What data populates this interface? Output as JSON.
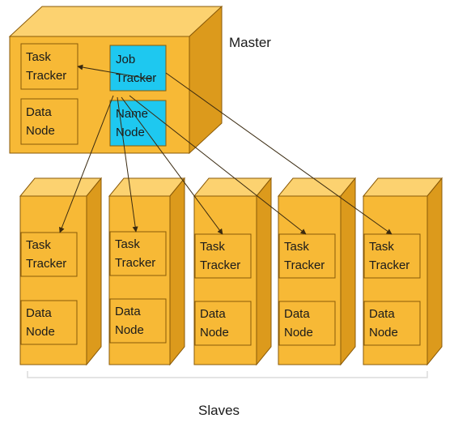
{
  "master": {
    "caption": "Master",
    "task_tracker": [
      "Task",
      "Tracker"
    ],
    "data_node": [
      "Data",
      "Node"
    ],
    "job_tracker": [
      "Job",
      "Tracker"
    ],
    "name_node": [
      "Name",
      "Node"
    ]
  },
  "slaves": {
    "caption": "Slaves",
    "nodes": [
      {
        "task_tracker": [
          "Task",
          "Tracker"
        ],
        "data_node": [
          "Data",
          "Node"
        ]
      },
      {
        "task_tracker": [
          "Task",
          "Tracker"
        ],
        "data_node": [
          "Data",
          "Node"
        ]
      },
      {
        "task_tracker": [
          "Task",
          "Tracker"
        ],
        "data_node": [
          "Data",
          "Node"
        ]
      },
      {
        "task_tracker": [
          "Task",
          "Tracker"
        ],
        "data_node": [
          "Data",
          "Node"
        ]
      },
      {
        "task_tracker": [
          "Task",
          "Tracker"
        ],
        "data_node": [
          "Data",
          "Node"
        ]
      }
    ]
  },
  "colors": {
    "box_front": "#f7b936",
    "box_top": "#fcd270",
    "box_side": "#dc9a1c",
    "box_outline": "#8a5a08",
    "highlight": "#1ec8f0"
  }
}
